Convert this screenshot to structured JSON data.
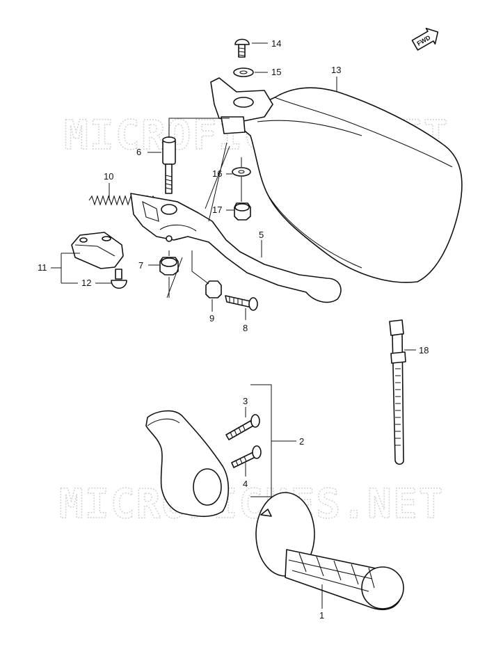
{
  "watermark": "MICROFICHES.NET",
  "direction_label": "FWD",
  "callouts": {
    "p1": "1",
    "p2": "2",
    "p3": "3",
    "p4": "4",
    "p5": "5",
    "p6": "6",
    "p7": "7",
    "p8": "8",
    "p9": "9",
    "p10": "10",
    "p11": "11",
    "p12": "12",
    "p13": "13",
    "p14": "14",
    "p15": "15",
    "p16": "16",
    "p17": "17",
    "p18": "18"
  }
}
